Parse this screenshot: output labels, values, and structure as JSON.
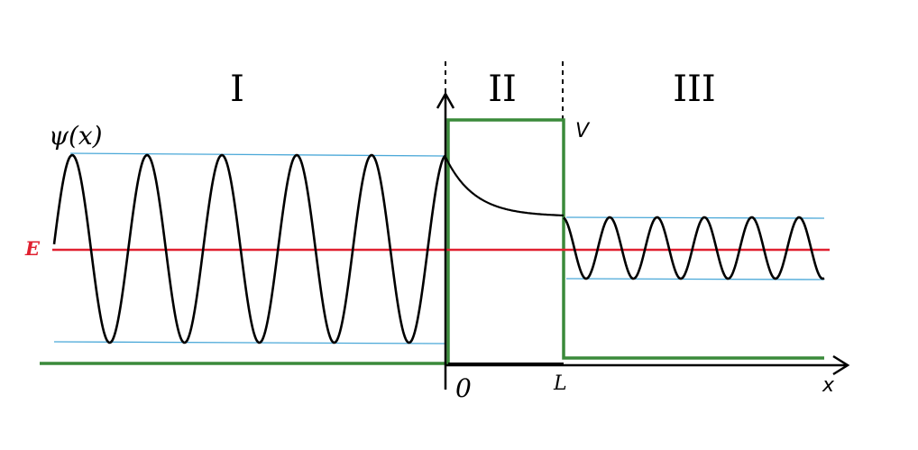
{
  "labels": {
    "region_1": "I",
    "region_2": "II",
    "region_3": "III",
    "wavefunction": "ψ(x)",
    "potential": "V",
    "energy": "E",
    "origin": "0",
    "barrier_end": "L",
    "x_axis": "x"
  },
  "colors": {
    "axes": "#000000",
    "wave": "#000000",
    "potential": "#3a8a3a",
    "energy": "#e02030",
    "envelope": "#4aa8d8"
  }
}
